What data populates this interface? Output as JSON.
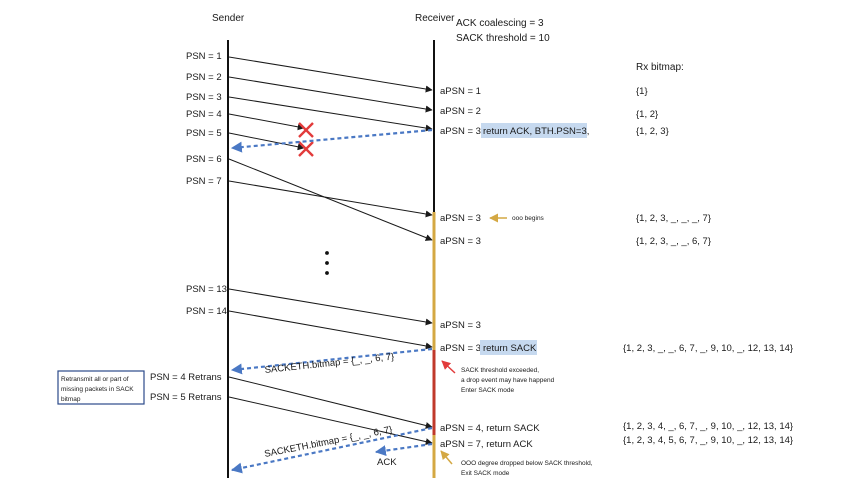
{
  "headers": {
    "sender": "Sender",
    "receiver": "Receiver"
  },
  "config": {
    "ack_coalescing": "ACK coalescing = 3",
    "sack_threshold": "SACK threshold = 10"
  },
  "rx_bitmap_title": "Rx bitmap:",
  "sender_labels": [
    "PSN = 1",
    "PSN = 2",
    "PSN = 3",
    "PSN = 4",
    "PSN = 5",
    "PSN = 6",
    "PSN = 7",
    "PSN = 13",
    "PSN = 14",
    "PSN = 4 Retrans",
    "PSN = 5 Retrans"
  ],
  "receiver_events": [
    {
      "apsn": "aPSN = 1",
      "note": ""
    },
    {
      "apsn": "aPSN = 2",
      "note": ""
    },
    {
      "apsn": "aPSN = 3,",
      "note": "return ACK, BTH.PSN=3,"
    },
    {
      "apsn": "aPSN = 3",
      "note": ""
    },
    {
      "apsn": "aPSN = 3",
      "note": ""
    },
    {
      "apsn": "aPSN = 3",
      "note": ""
    },
    {
      "apsn": "aPSN = 3,",
      "note": "return SACK"
    },
    {
      "apsn": "aPSN = 4, return SACK",
      "note": ""
    },
    {
      "apsn": "aPSN = 7, return ACK",
      "note": ""
    }
  ],
  "bitmaps": [
    "{1}",
    "{1, 2}",
    "{1, 2, 3}",
    "{1, 2, 3, _, _, _, 7}",
    "{1, 2, 3, _, _, 6, 7}",
    "{1, 2, 3, _, _, 6, 7, _, 9, 10, _, 12, 13, 14}",
    "{1, 2, 3, 4, _, 6, 7, _, 9, 10, _, 12, 13, 14}",
    "{1, 2, 3, 4, 5, 6, 7, _, 9, 10, _, 12, 13, 14}"
  ],
  "annotations": {
    "ooo_begins": "ooo begins",
    "sack_exceeded": [
      "SACK threshold exceeded,",
      "a drop event may have happend",
      "Enter SACK mode"
    ],
    "ooo_dropped": [
      "OOO degree dropped below SACK threshold,",
      "Exit SACK mode"
    ],
    "retransmit_box": [
      "Retransmit all or part of",
      "missing packets in SACK",
      "bitmap"
    ],
    "sacketh_1": "SACKETH.bitmap = {_, _, 6, 7}",
    "sacketh_2": "SACKETH.bitmap = {_, _, 6, 7}",
    "ack": "ACK"
  },
  "colors": {
    "accent_gold": "#d4a843",
    "loss_red": "#e23b3b",
    "dashed_blue": "#4a78c4",
    "highlight": "#c6d9ef",
    "sack_mode_bar": "#c0392b"
  }
}
